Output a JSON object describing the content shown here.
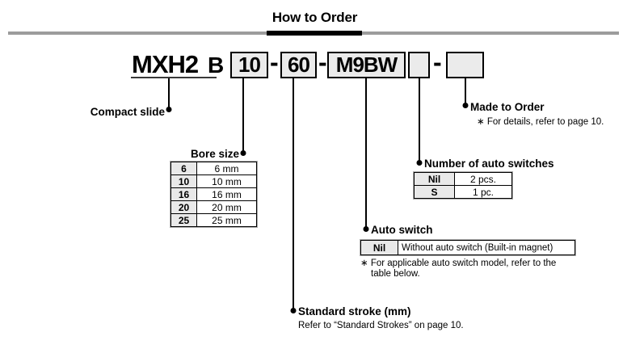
{
  "header": {
    "title": "How to Order"
  },
  "part_number": {
    "series": "MXH2",
    "mounting": "B",
    "bore": "10",
    "stroke": "60",
    "auto_switch_model": "M9BW",
    "auto_switch_qty": "",
    "made_to_order": "",
    "separator": "-"
  },
  "callouts": {
    "compact_slide": {
      "label": "Compact slide"
    },
    "bore_size": {
      "label": "Bore size",
      "table": [
        [
          "6",
          "6 mm"
        ],
        [
          "10",
          "10 mm"
        ],
        [
          "16",
          "16 mm"
        ],
        [
          "20",
          "20 mm"
        ],
        [
          "25",
          "25 mm"
        ]
      ]
    },
    "standard_stroke": {
      "label": "Standard stroke (mm)",
      "note": "Refer to “Standard Strokes” on page 10."
    },
    "auto_switch": {
      "label": "Auto switch",
      "table": [
        [
          "Nil",
          "Without auto switch (Built-in magnet)"
        ]
      ],
      "note_lines": [
        "∗  For applicable auto switch model, refer to the",
        "table below."
      ]
    },
    "number_of_auto_switches": {
      "label": "Number of auto switches",
      "table": [
        [
          "Nil",
          "2 pcs."
        ],
        [
          "S",
          "1 pc."
        ]
      ]
    },
    "made_to_order": {
      "label": "Made to Order",
      "note": "∗  For details, refer to page 10."
    }
  },
  "colors": {
    "box_fill": "#ebebeb",
    "table_header_fill": "#e9e9e9",
    "rule_gray": "#9c9c9c",
    "accent_black": "#000000"
  }
}
